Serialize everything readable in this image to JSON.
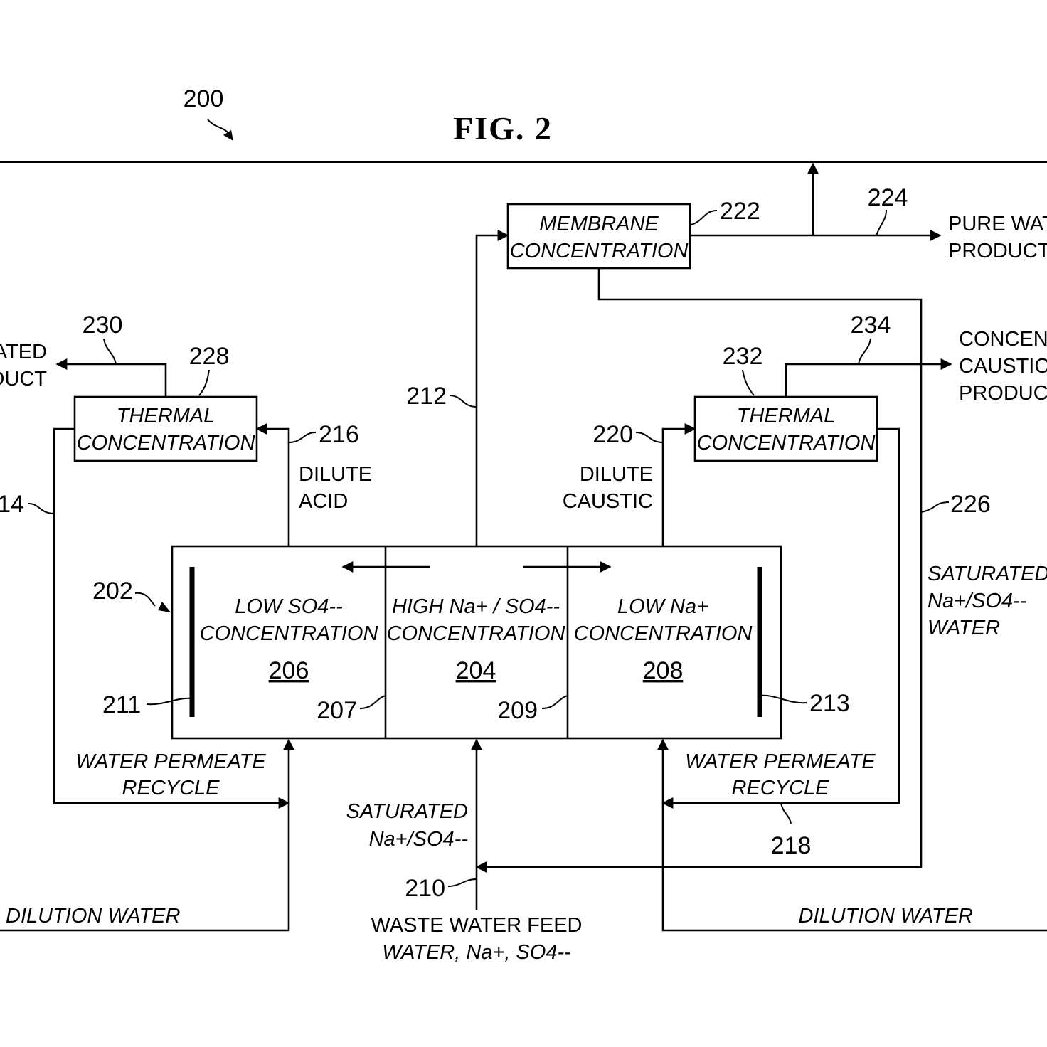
{
  "figure": {
    "title": "FIG. 2",
    "ref": "200"
  },
  "membrane_box": {
    "line1": "MEMBRANE",
    "line2": "CONCENTRATION",
    "ref": "222"
  },
  "thermal_left": {
    "line1": "THERMAL",
    "line2": "CONCENTRATION",
    "ref": "228"
  },
  "thermal_right": {
    "line1": "THERMAL",
    "line2": "CONCENTRATION",
    "ref": "232"
  },
  "cell": {
    "ref": "202",
    "left_chamber": {
      "line1": "LOW SO4--",
      "line2": "CONCENTRATION",
      "ref": "206"
    },
    "center_chamber": {
      "line1": "HIGH Na+ / SO4--",
      "line2": "CONCENTRATION",
      "ref": "204"
    },
    "right_chamber": {
      "line1": "LOW Na+",
      "line2": "CONCENTRATION",
      "ref": "208"
    },
    "left_electrode_ref": "211",
    "right_electrode_ref": "213",
    "left_membrane_ref": "207",
    "right_membrane_ref": "209"
  },
  "outputs": {
    "pure_water": {
      "line1": "PURE WATE",
      "line2": "PRODUCT",
      "ref": "224"
    },
    "acid_product": {
      "line1": "ATED",
      "line2": "DUCT",
      "ref": "230"
    },
    "caustic_product": {
      "line1": "CONCENT",
      "line2": "CAUSTIC",
      "line3": "PRODUCT",
      "ref": "234"
    }
  },
  "streams": {
    "dilute_acid": {
      "line1": "DILUTE",
      "line2": "ACID",
      "ref": "216"
    },
    "dilute_caustic": {
      "line1": "DILUTE",
      "line2": "CAUSTIC",
      "ref": "220"
    },
    "center_to_membrane_ref": "212",
    "left_recycle_ref": "14",
    "saturated_water": {
      "line1": "SATURATED",
      "line2": "Na+/SO4--",
      "line3": "WATER",
      "ref": "226"
    },
    "water_permeate_left": {
      "line1": "WATER PERMEATE",
      "line2": "RECYCLE"
    },
    "water_permeate_right": {
      "line1": "WATER PERMEATE",
      "line2": "RECYCLE",
      "ref": "218"
    },
    "saturated_feed": {
      "line1": "SATURATED",
      "line2": "Na+/SO4--",
      "ref": "210"
    },
    "waste_water_feed": {
      "line1": "WASTE WATER FEED",
      "line2": "WATER, Na+, SO4--"
    },
    "dilution_water_left": "DILUTION WATER",
    "dilution_water_right": "DILUTION WATER"
  }
}
